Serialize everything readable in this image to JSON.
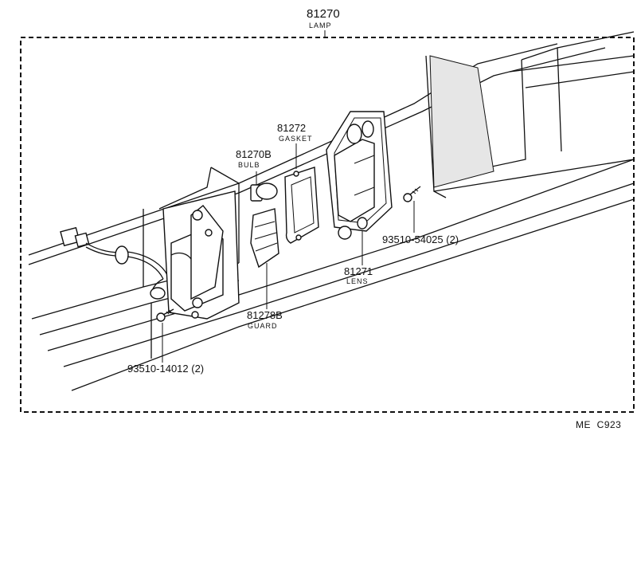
{
  "assembly": {
    "part_number": "81270",
    "name": "LAMP"
  },
  "parts": [
    {
      "id": "gasket",
      "part_number": "81272",
      "name": "GASKET"
    },
    {
      "id": "bulb",
      "part_number": "81270B",
      "name": "BULB"
    },
    {
      "id": "lens",
      "part_number": "81271",
      "name": "LENS"
    },
    {
      "id": "guard",
      "part_number": "81278B",
      "name": "GUARD"
    },
    {
      "id": "screw-right",
      "part_number": "93510-54025 (2)",
      "name": ""
    },
    {
      "id": "screw-left",
      "part_number": "93510-14012 (2)",
      "name": ""
    }
  ],
  "drawing_code": "ME  C923"
}
